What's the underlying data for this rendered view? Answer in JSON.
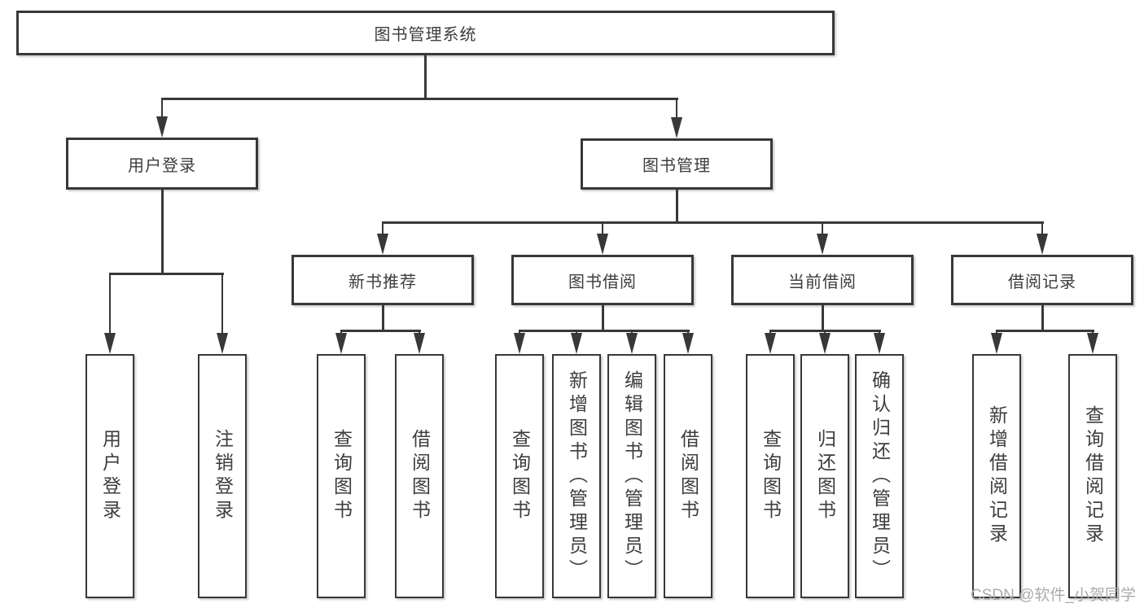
{
  "diagram": {
    "root": {
      "label": "图书管理系统"
    },
    "branches": [
      {
        "label": "用户登录",
        "children": [
          {
            "label": "用户登录"
          },
          {
            "label": "注销登录"
          }
        ]
      },
      {
        "label": "图书管理",
        "children": [
          {
            "label": "新书推荐",
            "children": [
              {
                "label": "查询图书"
              },
              {
                "label": "借阅图书"
              }
            ]
          },
          {
            "label": "图书借阅",
            "children": [
              {
                "label": "查询图书"
              },
              {
                "label": "新增图书（管理员）"
              },
              {
                "label": "编辑图书（管理员）"
              },
              {
                "label": "借阅图书"
              }
            ]
          },
          {
            "label": "当前借阅",
            "children": [
              {
                "label": "查询图书"
              },
              {
                "label": "归还图书"
              },
              {
                "label": "确认归还（管理员）"
              }
            ]
          },
          {
            "label": "借阅记录",
            "children": [
              {
                "label": "新增借阅记录"
              },
              {
                "label": "查询借阅记录"
              }
            ]
          }
        ]
      }
    ]
  },
  "watermark": {
    "text": "CSDN @软件_小贺同学"
  },
  "colors": {
    "line": "#383838",
    "text": "#3d3d3d",
    "watermark": "#ababab",
    "background": "#ffffff"
  }
}
